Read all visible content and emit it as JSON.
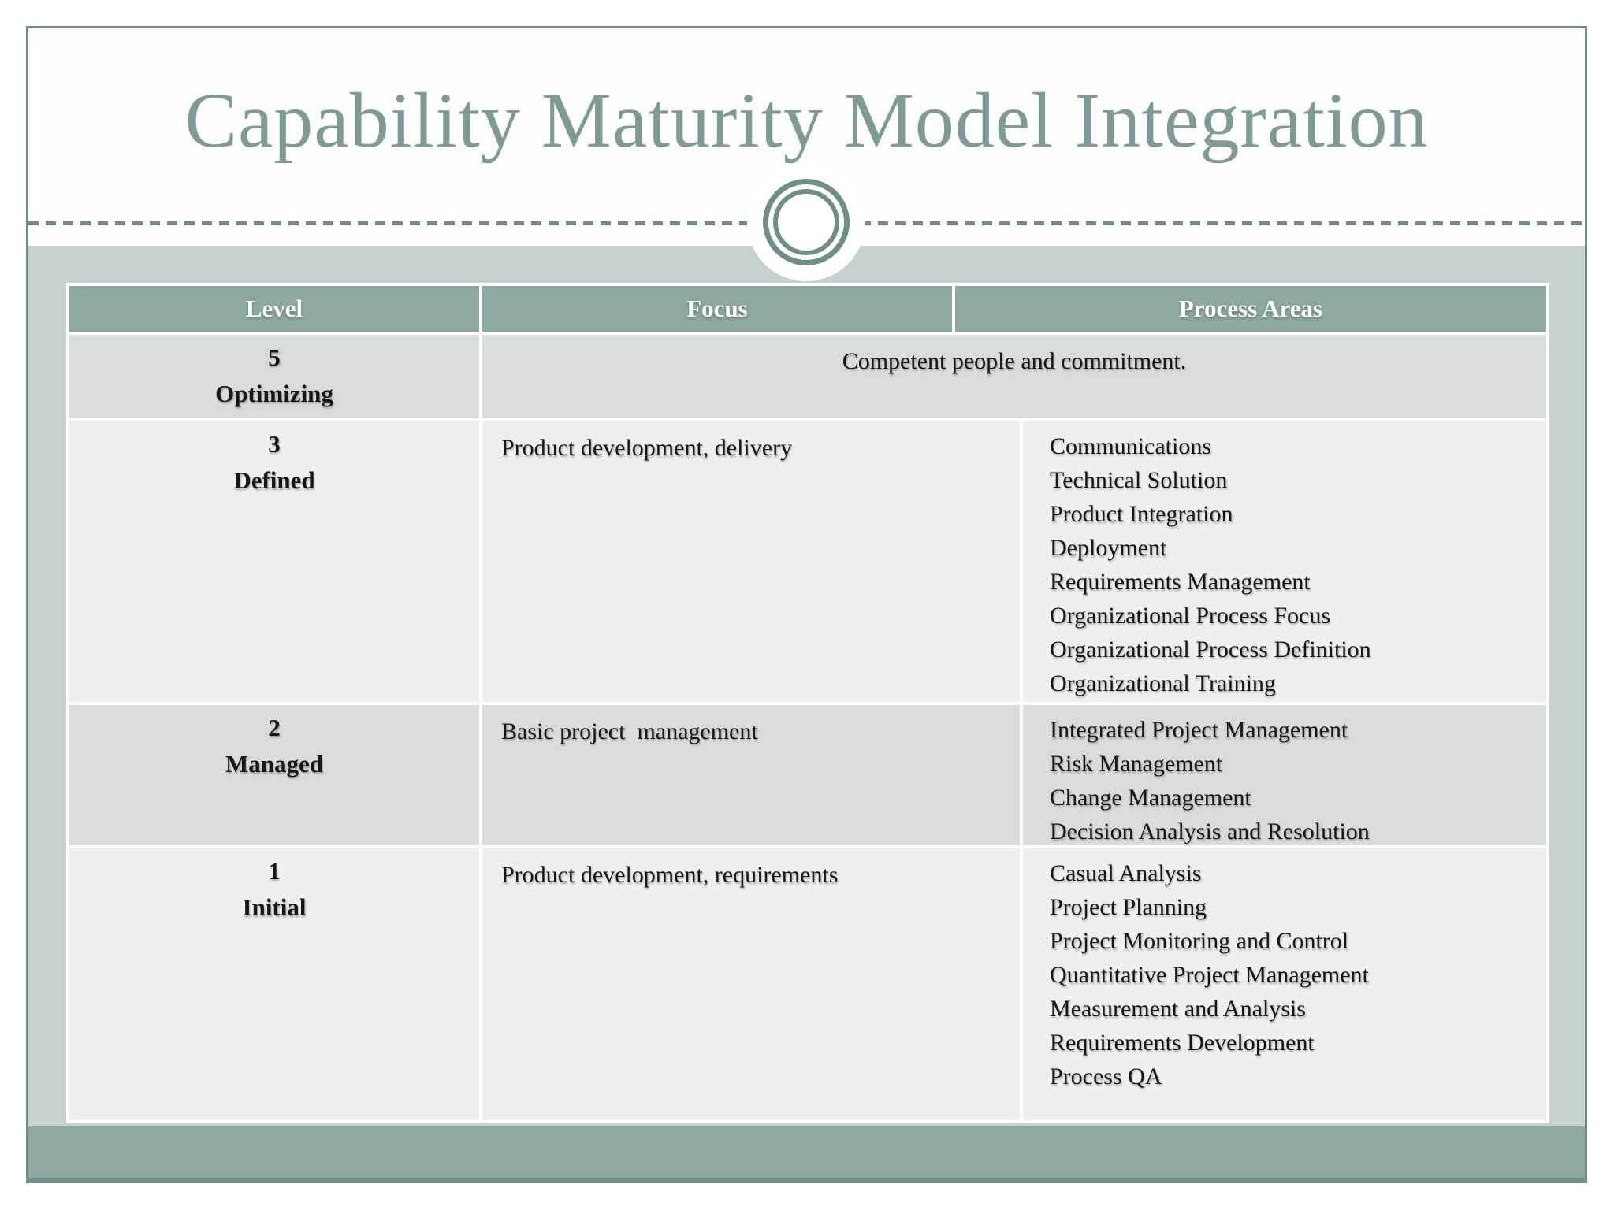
{
  "slide": {
    "title": "Capability Maturity Model Integration",
    "table": {
      "headers": [
        "Level",
        "Focus",
        "Process Areas"
      ],
      "rows": [
        {
          "level_number": "5",
          "level_name": "Optimizing",
          "merged_text": "Competent people and commitment."
        },
        {
          "level_number": "3",
          "level_name": "Defined",
          "focus": "Product development, delivery",
          "process_areas": [
            "Communications",
            "Technical Solution",
            "Product Integration",
            "Deployment",
            "Requirements Management",
            "Organizational Process Focus",
            "Organizational Process Definition",
            "Organizational Training"
          ]
        },
        {
          "level_number": "2",
          "level_name": "Managed",
          "focus": "Basic project  management",
          "process_areas": [
            "Integrated Project Management",
            "Risk Management",
            "Change Management",
            "Decision Analysis and Resolution"
          ]
        },
        {
          "level_number": "1",
          "level_name": "Initial",
          "focus": "Product development, requirements",
          "process_areas": [
            "Casual Analysis",
            "Project Planning",
            "Project Monitoring and Control",
            "Quantitative Project Management",
            "Measurement and Analysis",
            "Requirements Development",
            "Process QA"
          ]
        }
      ]
    },
    "colors": {
      "accent_teal": "#8da8a4",
      "dark_teal_border": "#6f8e8a",
      "title_text": "#7e9a96",
      "band_background": "#c7d1d0",
      "row_dark": "#d7dddc",
      "row_light": "#edeff1",
      "header_text": "#ffffff",
      "body_text": "#161616"
    }
  }
}
